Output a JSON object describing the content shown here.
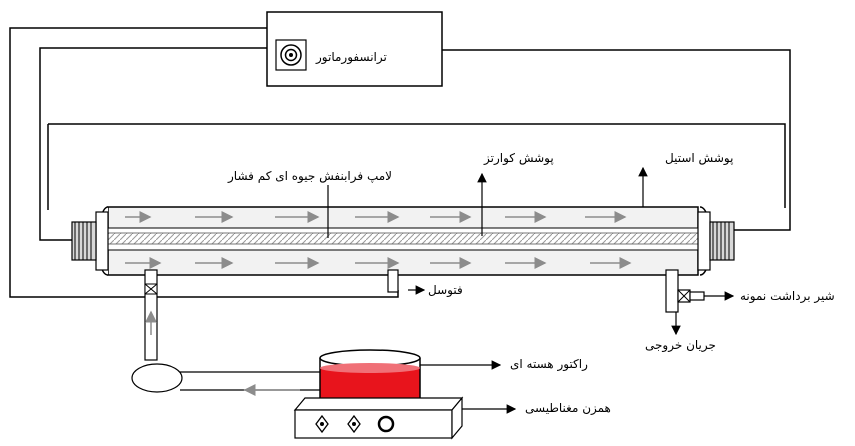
{
  "labels": {
    "transformer": "ترانسفورماتور",
    "quartz_sheath": "پوشش کوارتز",
    "steel_sheath": "پوشش استیل",
    "uv_lamp": "لامپ فرابنفش جیوه ای کم فشار",
    "photocell": "فتوسل",
    "sampling_valve": "شیر برداشت نمونه",
    "outlet_flow": "جریان خروجی",
    "reactor": "راکتور هسته ای",
    "magnetic_stirrer": "همزن مغناطیسی"
  },
  "colors": {
    "line": "#000000",
    "flow_arrow": "#8c8c8c",
    "liquid": "#e8141c",
    "tube_fill": "#f2f2f2"
  }
}
